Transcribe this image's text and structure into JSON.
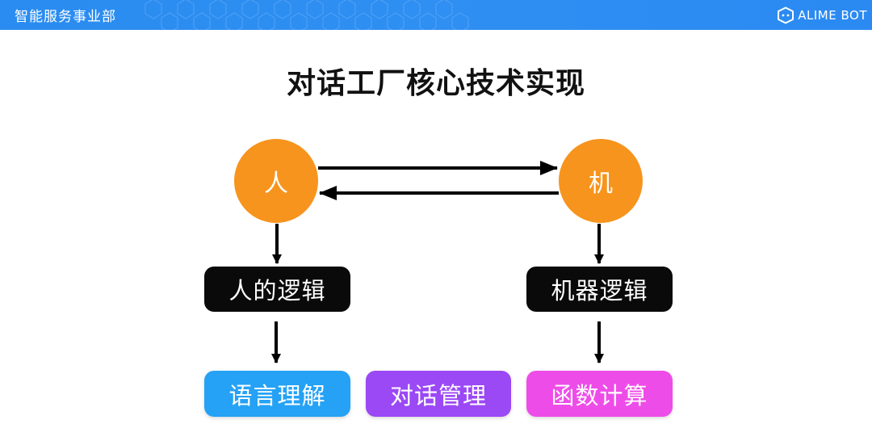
{
  "header": {
    "department": "智能服务事业部",
    "brand": "ALIME BOT",
    "logo_icon": "alime-cube-icon",
    "bar_color": "#2a8cf0"
  },
  "slide": {
    "title": "对话工厂核心技术实现"
  },
  "diagram": {
    "human": {
      "label": "人",
      "color": "#f7941d"
    },
    "machine": {
      "label": "机",
      "color": "#f7941d"
    },
    "human_logic": "人的逻辑",
    "machine_logic": "机器逻辑",
    "modules": [
      {
        "label": "语言理解",
        "color": "#25a2f5"
      },
      {
        "label": "对话管理",
        "color": "#9b48f5"
      },
      {
        "label": "函数计算",
        "color": "#ee4ce8"
      }
    ]
  }
}
